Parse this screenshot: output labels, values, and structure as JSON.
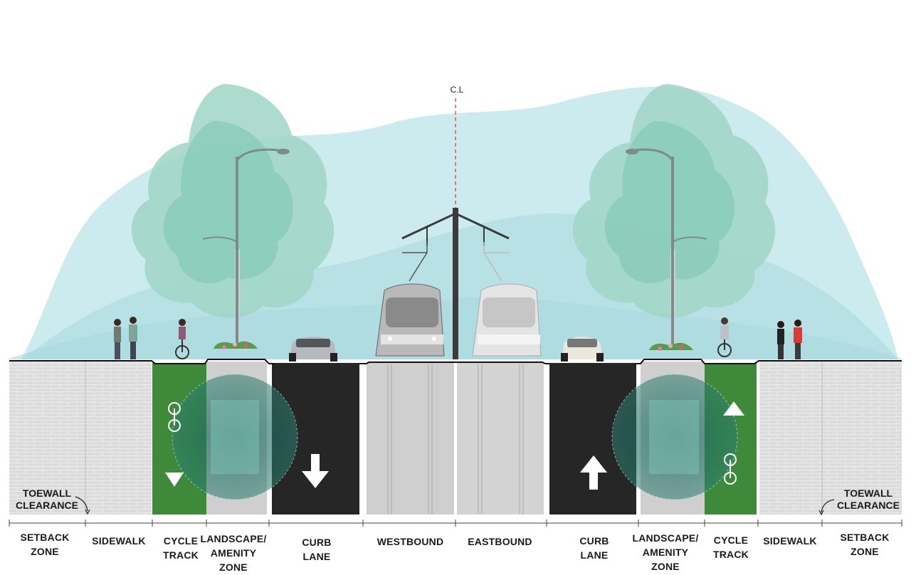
{
  "centerline": {
    "label": "C.L"
  },
  "toewall_left": {
    "text": "TOEWALL\nCLEARANCE"
  },
  "toewall_right": {
    "text": "TOEWALL\nCLEARANCE"
  },
  "zones": [
    {
      "id": "setback-left",
      "label": "SETBACK\nZONE"
    },
    {
      "id": "sidewalk-left",
      "label": "SIDEWALK"
    },
    {
      "id": "cycle-left",
      "label": "CYCLE\nTRACK"
    },
    {
      "id": "landscape-left",
      "label": "LANDSCAPE/\nAMENITY\nZONE"
    },
    {
      "id": "curb-left",
      "label": "CURB\nLANE"
    },
    {
      "id": "westbound",
      "label": "WESTBOUND"
    },
    {
      "id": "eastbound",
      "label": "EASTBOUND"
    },
    {
      "id": "curb-right",
      "label": "CURB\nLANE"
    },
    {
      "id": "landscape-right",
      "label": "LANDSCAPE/\nAMENITY\nZONE"
    },
    {
      "id": "cycle-right",
      "label": "CYCLE\nTRACK"
    },
    {
      "id": "sidewalk-right",
      "label": "SIDEWALK"
    },
    {
      "id": "setback-right",
      "label": "SETBACK\nZONE"
    }
  ],
  "colors": {
    "paving": "#dededd",
    "cycle_track": "#3f8a3a",
    "curb_lane": "#262626",
    "transit_lane": "#cfcfcf",
    "landscape": "#cfcfcf",
    "tree_canopy": "#8ecfc0",
    "backdrop": "#bfe6ea"
  }
}
